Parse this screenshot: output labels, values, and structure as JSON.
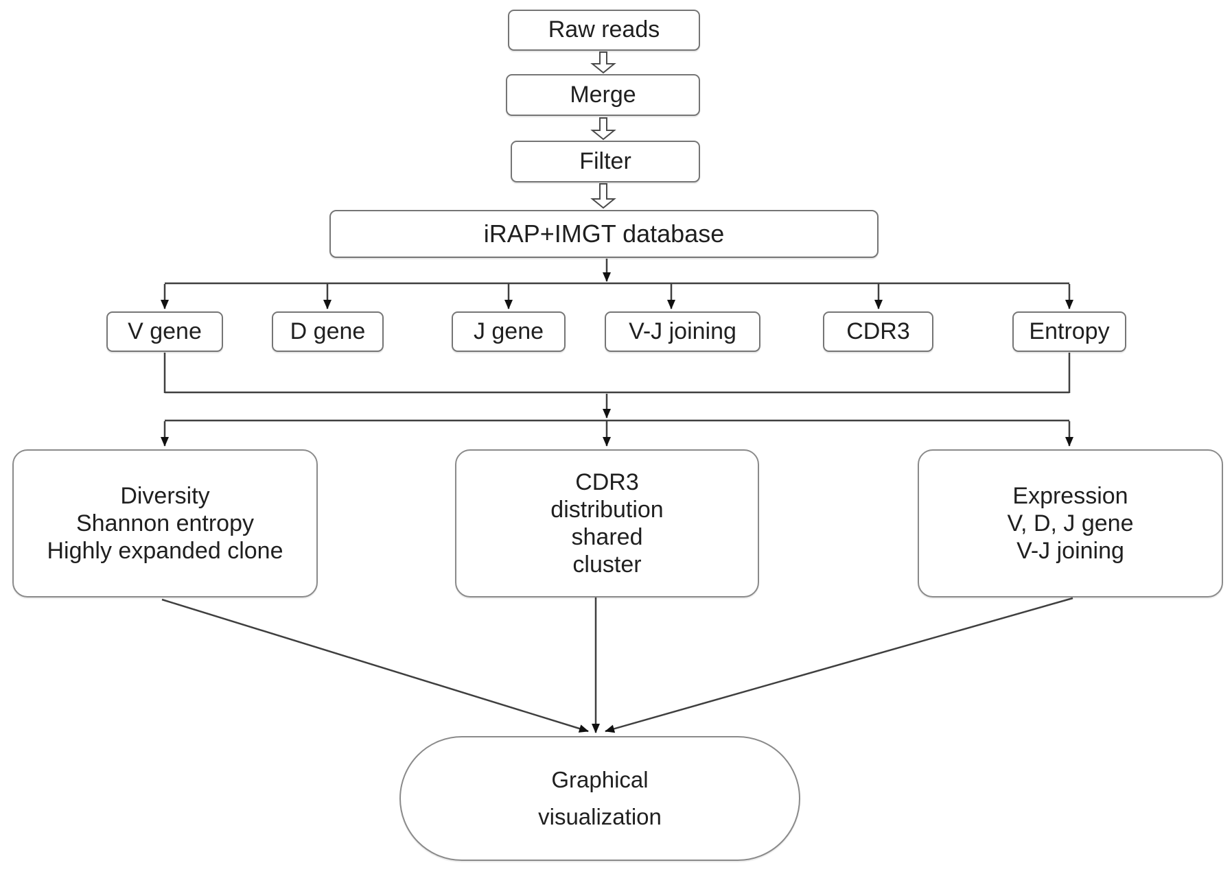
{
  "diagram": {
    "title_semantic": "immune repertoire sequencing analysis pipeline flowchart",
    "top_flow": [
      {
        "id": "raw-reads",
        "label": "Raw reads"
      },
      {
        "id": "merge",
        "label": "Merge"
      },
      {
        "id": "filter",
        "label": "Filter"
      },
      {
        "id": "irap-imgt-database",
        "label": "iRAP+IMGT database"
      }
    ],
    "analysis_row": [
      {
        "id": "v-gene",
        "label": "V gene"
      },
      {
        "id": "d-gene",
        "label": "D gene"
      },
      {
        "id": "j-gene",
        "label": "J gene"
      },
      {
        "id": "vj-joining",
        "label": "V-J joining"
      },
      {
        "id": "cdr3",
        "label": "CDR3"
      },
      {
        "id": "entropy",
        "label": "Entropy"
      }
    ],
    "summary_row": [
      {
        "id": "diversity-summary",
        "lines": [
          "Diversity",
          "Shannon entropy",
          "Highly expanded clone"
        ]
      },
      {
        "id": "cdr3-summary",
        "lines": [
          "CDR3",
          "distribution",
          "shared",
          "cluster"
        ]
      },
      {
        "id": "expression-summary",
        "lines": [
          "Expression",
          "V, D, J gene",
          "V-J joining"
        ]
      }
    ],
    "output_node": {
      "id": "graphical-visualization",
      "lines": [
        "Graphical",
        "visualization"
      ]
    }
  },
  "colors": {
    "background": "#ffffff",
    "box_fill": "#ffffff",
    "box_border": "#757575",
    "big_box_border": "#8a8a8a",
    "line": "#3f3f3f",
    "arrowhead": "#111111",
    "text": "#1f1f1f"
  }
}
